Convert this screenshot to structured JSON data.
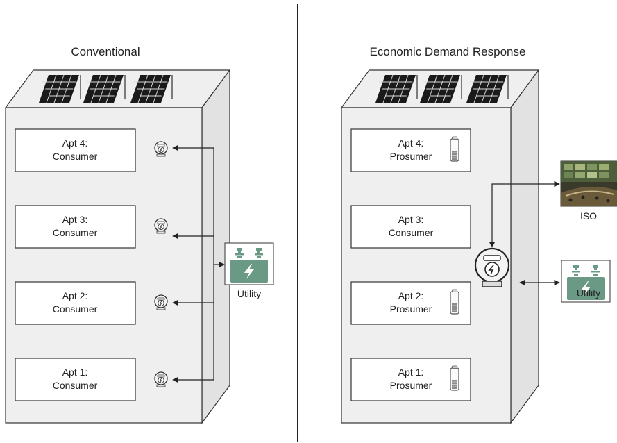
{
  "left_panel": {
    "title": "Conventional",
    "apartments": [
      {
        "line1": "Apt 4:",
        "line2": "Consumer"
      },
      {
        "line1": "Apt 3:",
        "line2": "Consumer"
      },
      {
        "line1": "Apt 2:",
        "line2": "Consumer"
      },
      {
        "line1": "Apt 1:",
        "line2": "Consumer"
      }
    ],
    "utility_label": "Utility"
  },
  "right_panel": {
    "title": "Economic Demand Response",
    "apartments": [
      {
        "line1": "Apt 4:",
        "line2": "Prosumer"
      },
      {
        "line1": "Apt 3:",
        "line2": "Consumer"
      },
      {
        "line1": "Apt 2:",
        "line2": "Prosumer"
      },
      {
        "line1": "Apt 1:",
        "line2": "Prosumer"
      }
    ],
    "iso_label": "ISO",
    "utility_label": "Utility"
  },
  "colors": {
    "building_fill": "#efefef",
    "building_stroke": "#333333",
    "utility_green": "#6a9a86",
    "solar_dark": "#1a1a1a"
  },
  "icons": [
    "solar-panel-icon",
    "meter-icon",
    "smart-meter-icon",
    "battery-icon",
    "utility-icon",
    "iso-control-room-image"
  ]
}
